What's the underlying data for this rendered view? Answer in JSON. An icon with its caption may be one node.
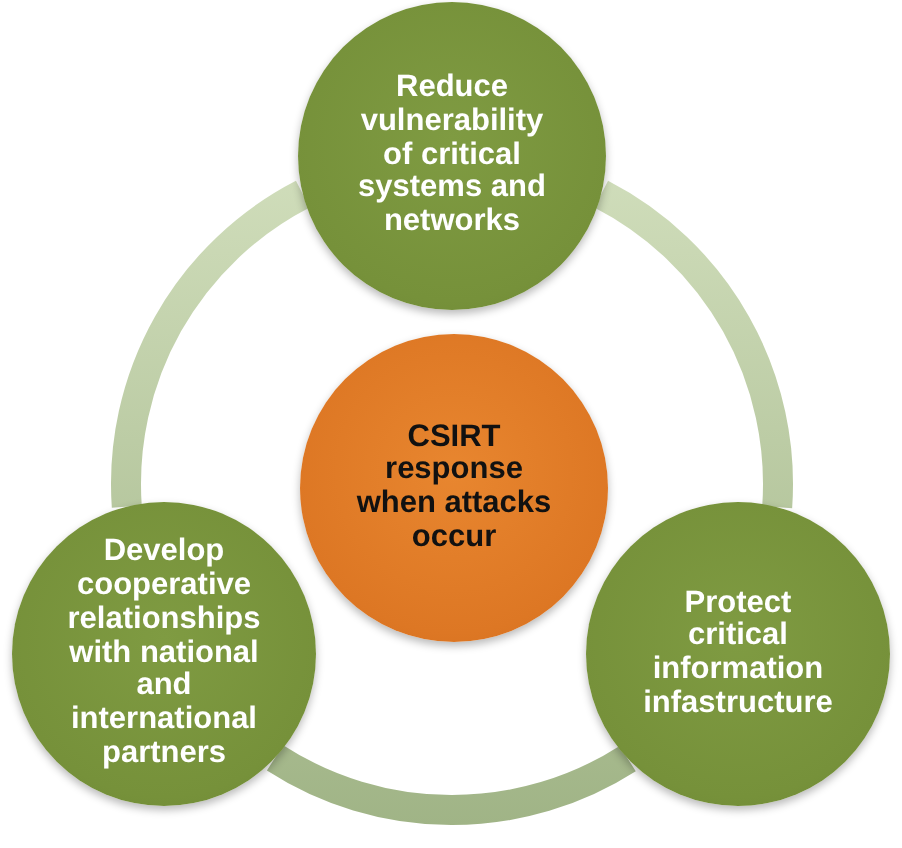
{
  "diagram": {
    "nodes": [
      {
        "text": [
          "Reduce vulnerability of critical systems and networks"
        ]
      },
      {
        "text": [
          "CSIRT response when attacks occur"
        ]
      },
      {
        "text": [
          "Develop cooperative relationships with national and international partners"
        ]
      },
      {
        "text": [
          "Protect critical information infastructure"
        ]
      }
    ],
    "edges": [
      {
        "from": 0,
        "to": 3,
        "arrow": "none"
      },
      {
        "from": 3,
        "to": 2,
        "arrow": "none"
      },
      {
        "from": 2,
        "to": 0,
        "arrow": "none"
      }
    ]
  }
}
